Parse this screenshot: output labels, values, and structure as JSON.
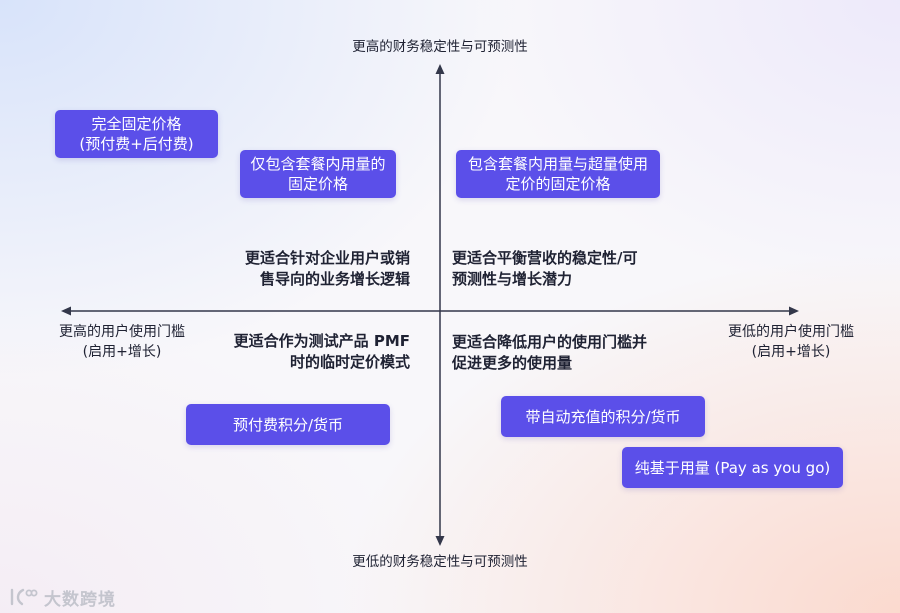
{
  "axes": {
    "top_label": "更高的财务稳定性与可预测性",
    "bottom_label": "更低的财务稳定性与可预测性",
    "left_label": [
      "更高的用户使用门槛",
      "(启用+增长)"
    ],
    "right_label": [
      "更低的用户使用门槛",
      "(启用+增长)"
    ]
  },
  "quadrant_notes": {
    "top_left": [
      "更适合针对企业用户或销",
      "售导向的业务增长逻辑"
    ],
    "top_right": [
      "更适合平衡营收的稳定性/可",
      "预测性与增长潜力"
    ],
    "bottom_left": [
      "更适合作为测试产品 PMF",
      "时的临时定价模式"
    ],
    "bottom_right": [
      "更适合降低用户的使用门槛并",
      "促进更多的使用量"
    ]
  },
  "pricing_models": [
    {
      "lines": [
        "完全固定价格",
        "(预付费+后付费)"
      ]
    },
    {
      "lines": [
        "仅包含套餐内用量的",
        "固定价格"
      ]
    },
    {
      "lines": [
        "包含套餐内用量与超量使用",
        "定价的固定价格"
      ]
    },
    {
      "lines": [
        "预付费积分/货币"
      ]
    },
    {
      "lines": [
        "带自动充值的积分/货币"
      ]
    },
    {
      "lines": [
        "纯基于用量 (Pay as you go)"
      ]
    }
  ],
  "watermark": {
    "text": "大数跨境",
    "icon": "watermark-logo-icon"
  },
  "colors": {
    "box_fill": "#5b4fe9",
    "box_text": "#ffffff",
    "axis": "#33374a",
    "text": "#1f2233"
  }
}
